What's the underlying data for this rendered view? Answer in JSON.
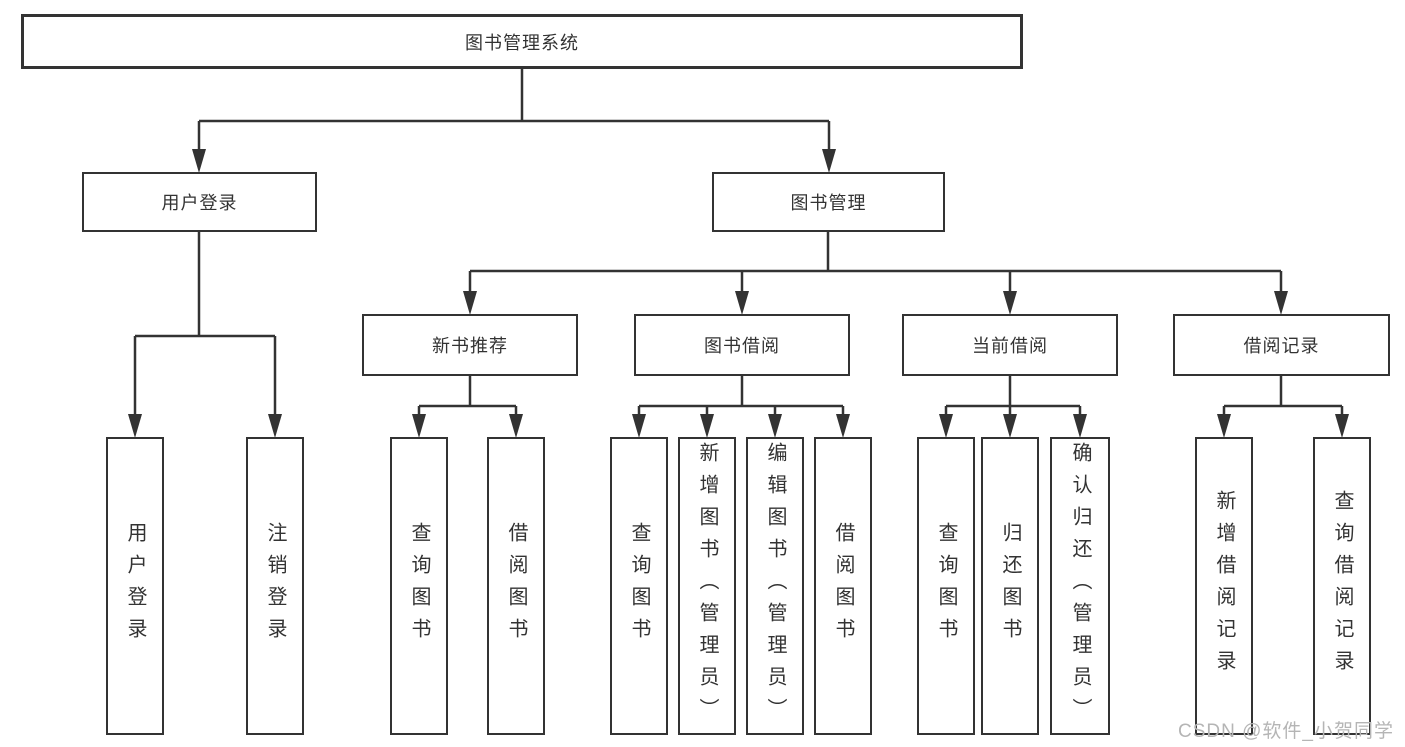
{
  "colors": {
    "line": "#333333",
    "box_border": "#333333",
    "text": "#333333",
    "watermark": "#b5b5b5",
    "background": "#ffffff"
  },
  "diagram": {
    "root": {
      "label": "图书管理系统"
    },
    "level2": [
      {
        "id": "user-login",
        "label": "用户登录"
      },
      {
        "id": "book-management",
        "label": "图书管理"
      }
    ],
    "level3": [
      {
        "id": "new-book-recommend",
        "label": "新书推荐"
      },
      {
        "id": "book-borrow",
        "label": "图书借阅"
      },
      {
        "id": "current-borrow",
        "label": "当前借阅"
      },
      {
        "id": "borrow-record",
        "label": "借阅记录"
      }
    ],
    "leaves": [
      {
        "parent": "user-login",
        "label": "用户登录"
      },
      {
        "parent": "user-login",
        "label": "注销登录"
      },
      {
        "parent": "new-book-recommend",
        "label": "查询图书"
      },
      {
        "parent": "new-book-recommend",
        "label": "借阅图书"
      },
      {
        "parent": "book-borrow",
        "label": "查询图书"
      },
      {
        "parent": "book-borrow",
        "label": "新增图书（管理员）"
      },
      {
        "parent": "book-borrow",
        "label": "编辑图书（管理员）"
      },
      {
        "parent": "book-borrow",
        "label": "借阅图书"
      },
      {
        "parent": "current-borrow",
        "label": "查询图书"
      },
      {
        "parent": "current-borrow",
        "label": "归还图书"
      },
      {
        "parent": "current-borrow",
        "label": "确认归还（管理员）"
      },
      {
        "parent": "borrow-record",
        "label": "新增借阅记录"
      },
      {
        "parent": "borrow-record",
        "label": "查询借阅记录"
      }
    ],
    "watermark": "CSDN @软件_小贺同学"
  }
}
